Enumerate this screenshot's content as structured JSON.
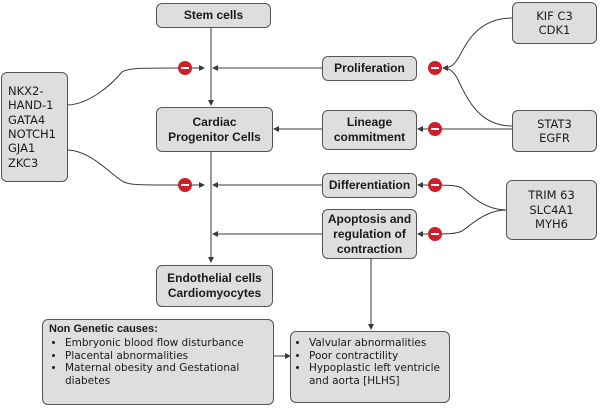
{
  "nodes": {
    "stem_cells": "Stem cells",
    "cardiac_progenitor": [
      "Cardiac",
      "Progenitor Cells"
    ],
    "endo_cardio": [
      "Endothelial cells",
      "Cardiomyocytes"
    ],
    "proliferation": "Proliferation",
    "lineage": [
      "Lineage",
      "commitment"
    ],
    "differentiation": "Differentiation",
    "apoptosis": [
      "Apoptosis and",
      "regulation of",
      "contraction"
    ]
  },
  "genes": {
    "kif_cdk": [
      "KIF C3",
      "CDK1"
    ],
    "stat_egfr": [
      "STAT3",
      "EGFR"
    ],
    "trim_group": [
      "TRIM 63",
      "SLC4A1",
      "MYH6"
    ],
    "left_group": [
      "NKX2-",
      "HAND-1",
      "GATA4",
      "NOTCH1",
      "GJA1",
      "ZKC3"
    ]
  },
  "non_genetic": {
    "title": "Non Genetic causes:",
    "items": [
      "Embryonic blood flow disturbance",
      "Placental abnormalities",
      "Maternal obesity and Gestational diabetes"
    ]
  },
  "outcomes": {
    "items": [
      "Valvular abnormalities",
      "Poor contractility",
      "Hypoplastic left ventricle and aorta [HLHS]"
    ]
  },
  "colors": {
    "box_fill": "#dedede",
    "inhibit": "#d11f2a",
    "line": "#3a3a3a"
  }
}
